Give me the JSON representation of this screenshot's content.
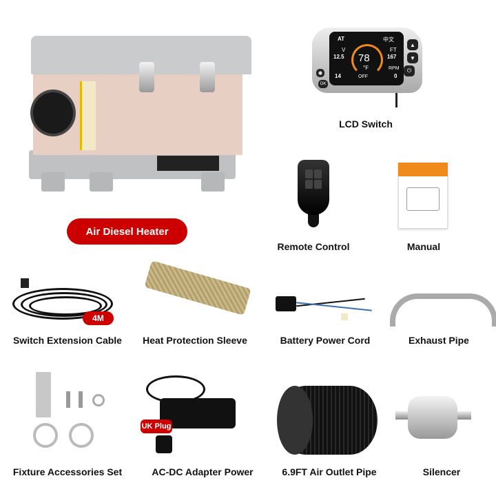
{
  "main_product": {
    "label": "Air Diesel Heater",
    "badge_color": "#cc0000"
  },
  "lcd_switch": {
    "label": "LCD Switch",
    "screen": {
      "mode": "AT",
      "voltage": "12.5",
      "voltage_unit": "V",
      "altitude": "167",
      "altitude_unit": "FT",
      "temperature": "78",
      "temperature_unit": "°F",
      "state": "OFF",
      "left_bottom_value": "14",
      "rpm": "0",
      "rpm_unit": "RPM",
      "language": "中文"
    },
    "buttons": {
      "ok": "OK"
    }
  },
  "items": [
    {
      "label": "Remote Control"
    },
    {
      "label": "Manual"
    },
    {
      "label": "Switch Extension Cable",
      "badge": "4M"
    },
    {
      "label": "Heat Protection Sleeve"
    },
    {
      "label": "Battery Power Cord"
    },
    {
      "label": "Exhaust Pipe"
    },
    {
      "label": "Fixture Accessories Set"
    },
    {
      "label": "AC-DC Adapter Power",
      "badge": "UK Plug"
    },
    {
      "label": "6.9FT Air Outlet Pipe"
    },
    {
      "label": "Silencer"
    }
  ]
}
